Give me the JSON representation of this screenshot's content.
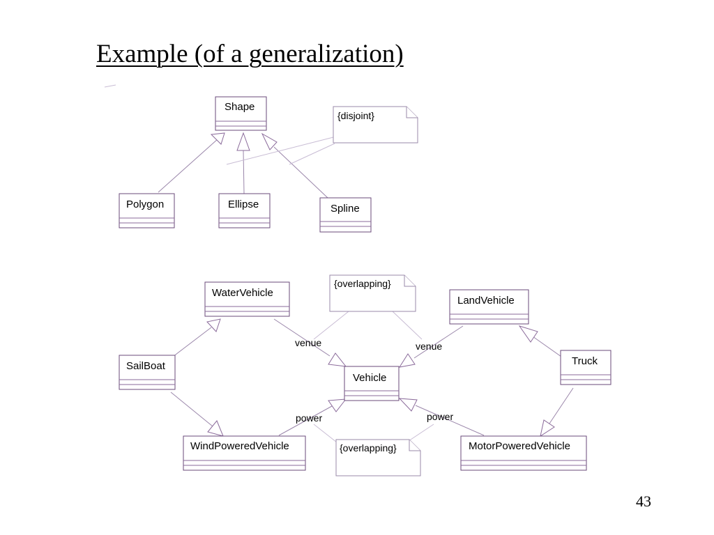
{
  "slide": {
    "title": "Example (of a generalization)",
    "page_number": "43"
  },
  "classes": {
    "shape": "Shape",
    "polygon": "Polygon",
    "ellipse": "Ellipse",
    "spline": "Spline",
    "water_vehicle": "WaterVehicle",
    "land_vehicle": "LandVehicle",
    "sail_boat": "SailBoat",
    "vehicle": "Vehicle",
    "truck": "Truck",
    "wind_powered_vehicle": "WindPoweredVehicle",
    "motor_powered_vehicle": "MotorPoweredVehicle"
  },
  "notes": {
    "disjoint": "{disjoint}",
    "overlapping_top": "{overlapping}",
    "overlapping_bottom": "{overlapping}"
  },
  "labels": {
    "venue_left": "venue",
    "venue_right": "venue",
    "power_left": "power",
    "power_right": "power"
  }
}
